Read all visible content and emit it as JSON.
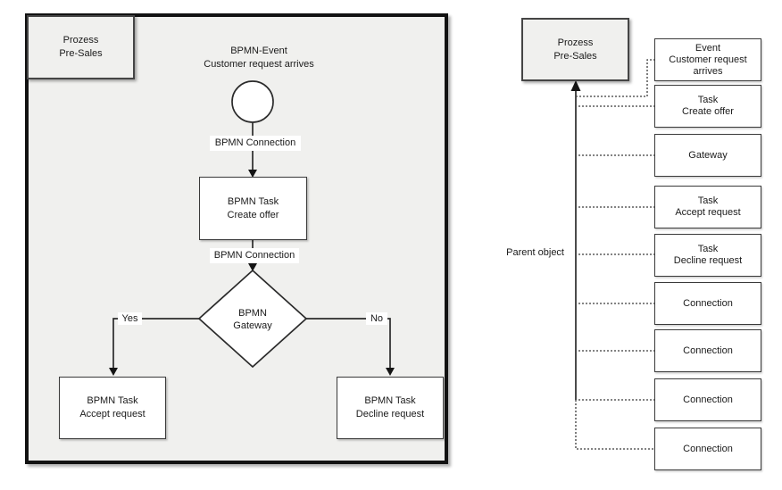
{
  "colors": {
    "panel_fill": "#f0f0ee",
    "node_fill": "#ffffff",
    "line_color": "#2b2b2b"
  },
  "process_diagram": {
    "frame_label": {
      "line1": "Prozess",
      "line2": "Pre-Sales"
    },
    "event": {
      "line1": "BPMN-Event",
      "line2": "Customer request arrives"
    },
    "connection_labels": [
      "BPMN Connection",
      "BPMN Connection"
    ],
    "task_create": {
      "line1": "BPMN Task",
      "line2": "Create offer"
    },
    "gateway": {
      "line1": "BPMN",
      "line2": "Gateway"
    },
    "branch_yes": "Yes",
    "branch_no": "No",
    "task_accept": {
      "line1": "BPMN Task",
      "line2": "Accept request"
    },
    "task_decline": {
      "line1": "BPMN Task",
      "line2": "Decline request"
    }
  },
  "hierarchy": {
    "parent_box": {
      "line1": "Prozess",
      "line2": "Pre-Sales"
    },
    "parent_object_label": "Parent object",
    "items": [
      {
        "line1": "Event",
        "line2": "Customer request arrives"
      },
      {
        "line1": "Task",
        "line2": "Create offer"
      },
      {
        "line1": "Gateway",
        "line2": ""
      },
      {
        "line1": "Task",
        "line2": "Accept request"
      },
      {
        "line1": "Task",
        "line2": "Decline request"
      },
      {
        "line1": "Connection",
        "line2": ""
      },
      {
        "line1": "Connection",
        "line2": ""
      },
      {
        "line1": "Connection",
        "line2": ""
      },
      {
        "line1": "Connection",
        "line2": ""
      }
    ]
  }
}
